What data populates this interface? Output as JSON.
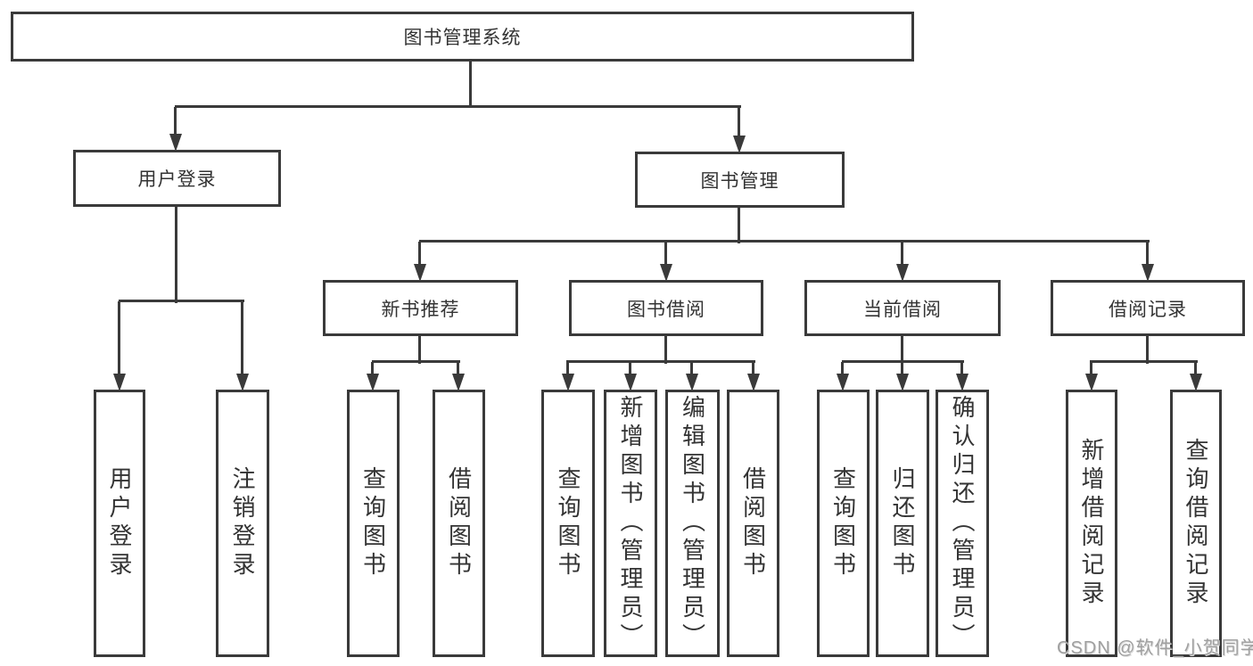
{
  "colors": {
    "line": "#3a3a3a",
    "text": "#333333",
    "background": "#ffffff",
    "watermark": "#a0a0a0"
  },
  "watermark": {
    "text": "CSDN @软件_小贺同学"
  },
  "chart_data": {
    "type": "tree-diagram",
    "title": "图书管理系统"
  },
  "tree": {
    "label": "图书管理系统",
    "children": [
      {
        "label": "用户登录",
        "children": [
          {
            "label": "用户登录"
          },
          {
            "label": "注销登录"
          }
        ]
      },
      {
        "label": "图书管理",
        "children": [
          {
            "label": "新书推荐",
            "children": [
              {
                "label": "查询图书"
              },
              {
                "label": "借阅图书"
              }
            ]
          },
          {
            "label": "图书借阅",
            "children": [
              {
                "label": "查询图书"
              },
              {
                "label": "新增图书（管理员）"
              },
              {
                "label": "编辑图书（管理员）"
              },
              {
                "label": "借阅图书"
              }
            ]
          },
          {
            "label": "当前借阅",
            "children": [
              {
                "label": "查询图书"
              },
              {
                "label": "归还图书"
              },
              {
                "label": "确认归还（管理员）"
              }
            ]
          },
          {
            "label": "借阅记录",
            "children": [
              {
                "label": "新增借阅记录"
              },
              {
                "label": "查询借阅记录"
              }
            ]
          }
        ]
      }
    ]
  }
}
